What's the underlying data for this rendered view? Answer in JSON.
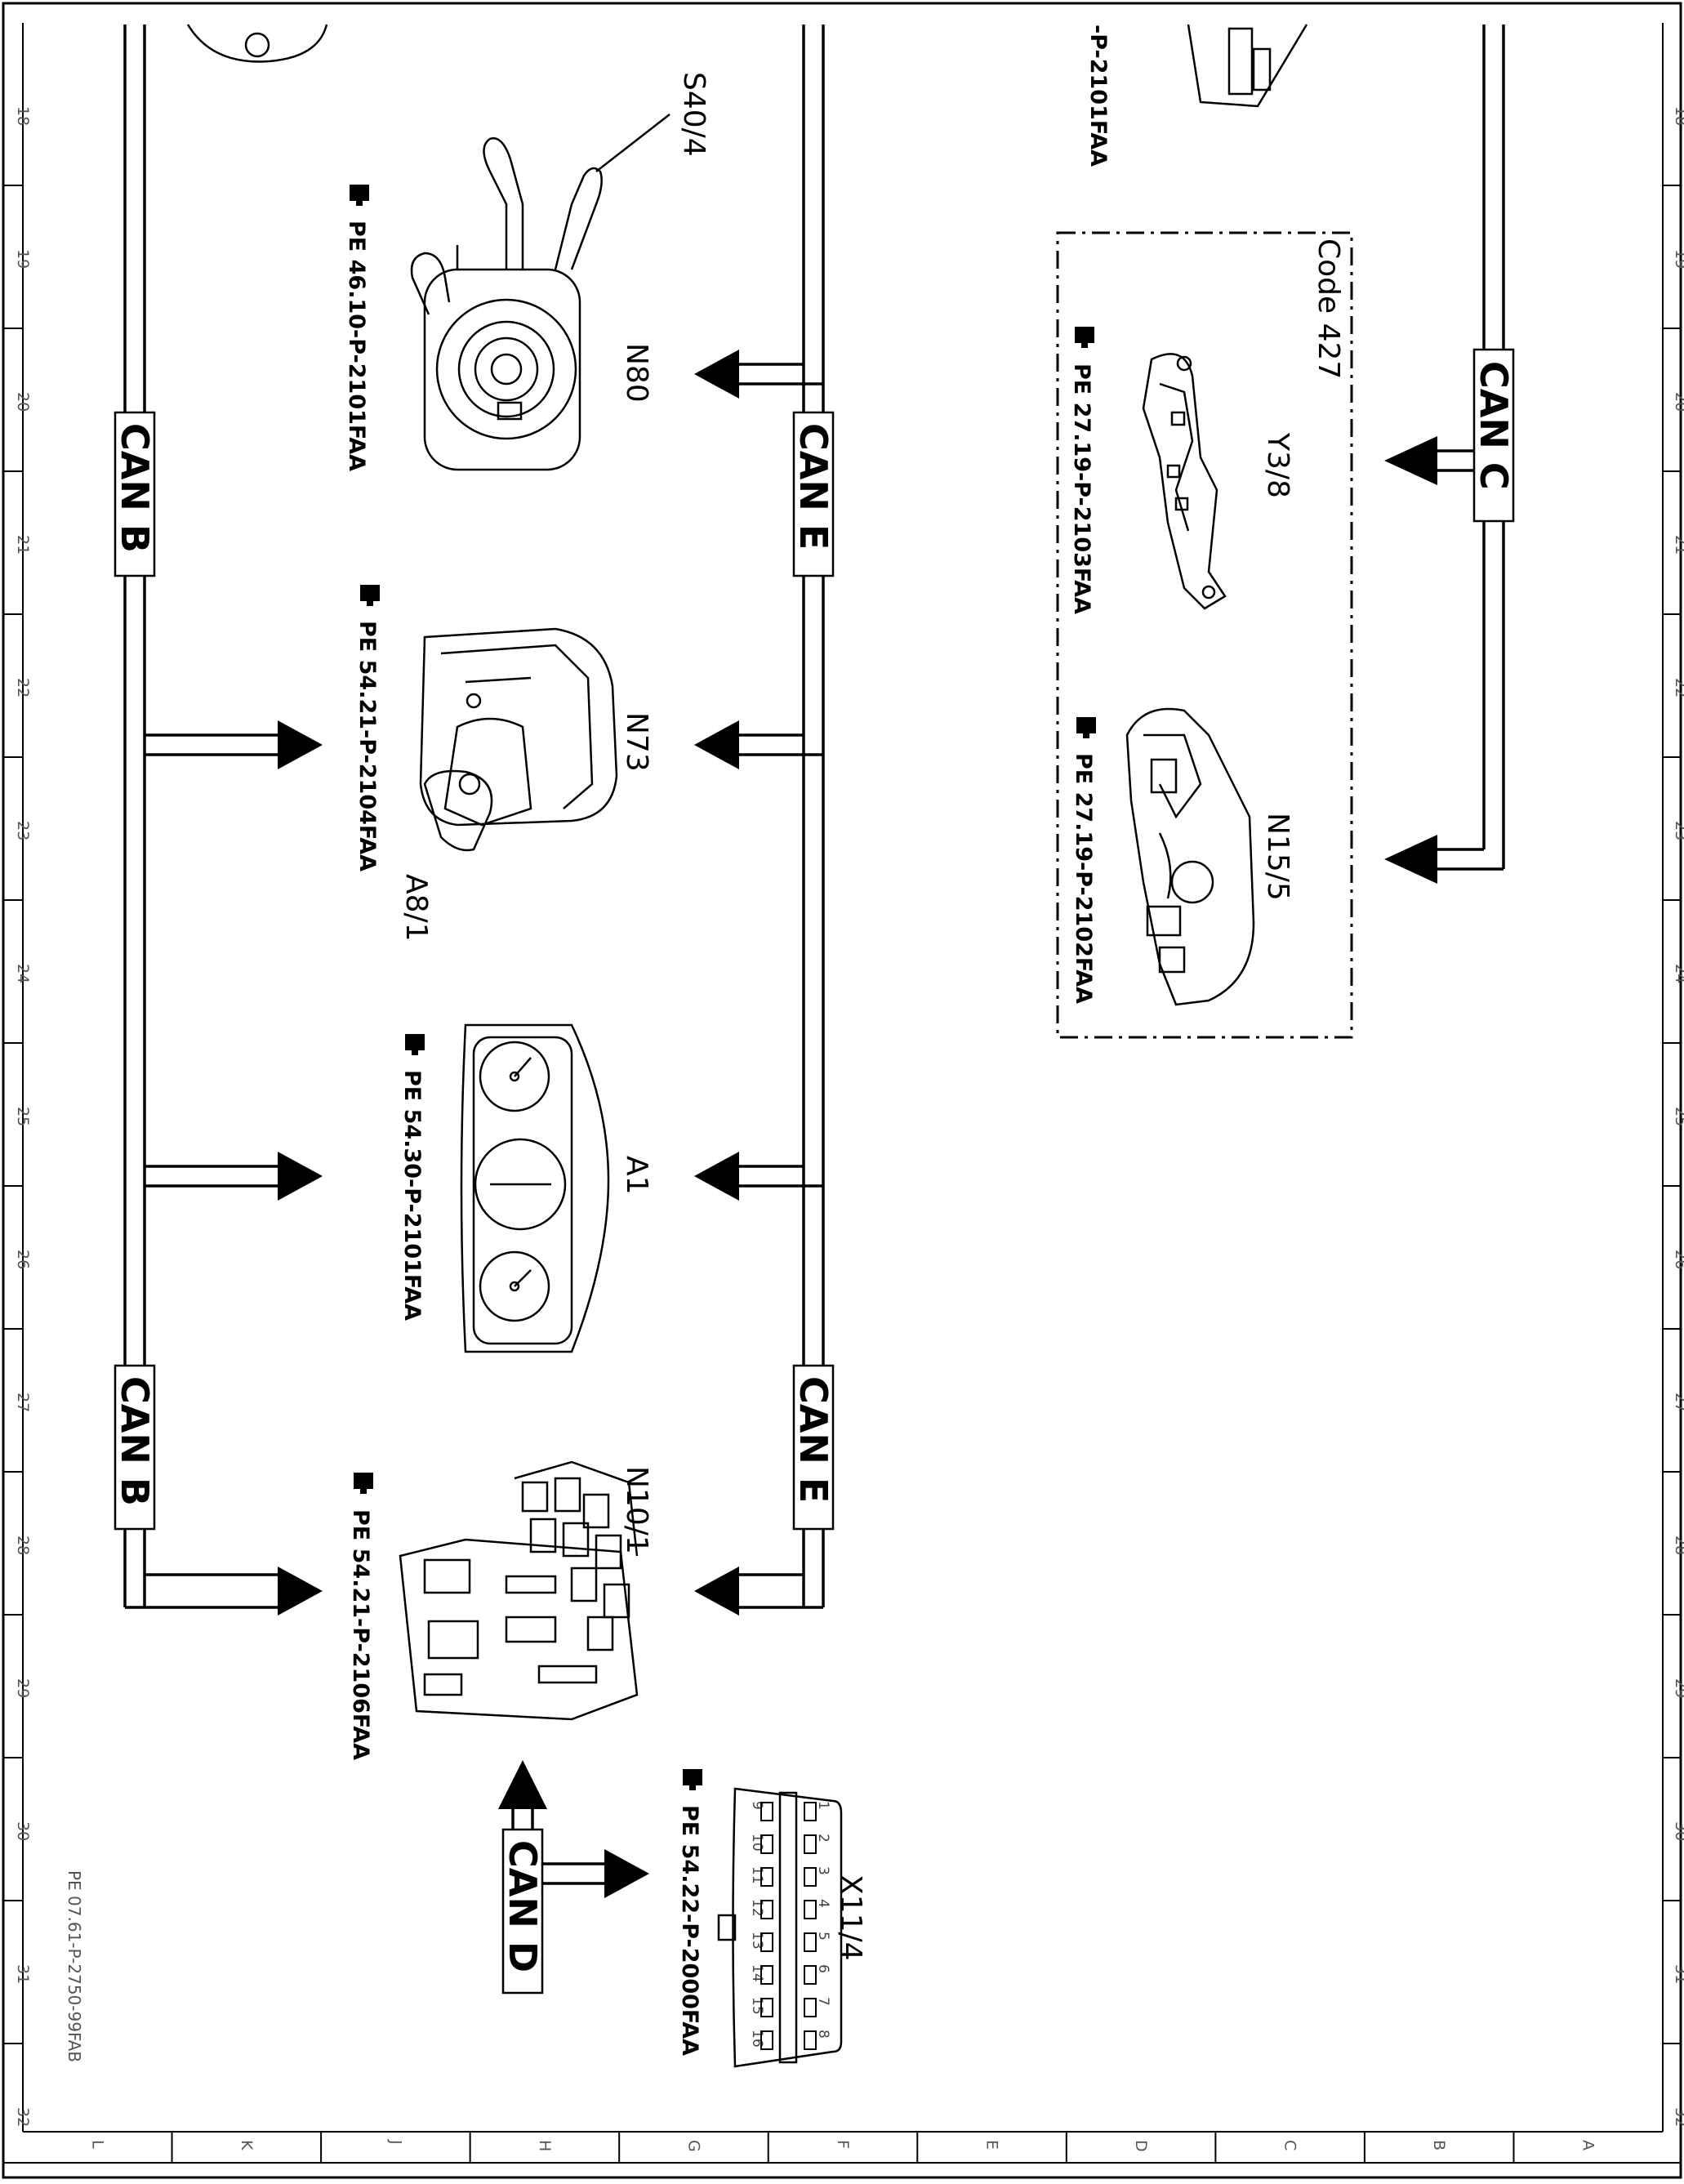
{
  "document_ref": "PE 07.61-P-2750-99FAB",
  "row_numbers": [
    "18",
    "19",
    "20",
    "21",
    "22",
    "23",
    "24",
    "25",
    "26",
    "27",
    "28",
    "29",
    "30",
    "31",
    "32"
  ],
  "column_letters": [
    "L",
    "K",
    "J",
    "H",
    "G",
    "F",
    "E",
    "D",
    "C",
    "B",
    "A"
  ],
  "buses": {
    "can_b_upper": "CAN B",
    "can_b_lower": "CAN B",
    "can_e_upper": "CAN E",
    "can_e_lower": "CAN E",
    "can_c": "CAN C",
    "can_d": "CAN D"
  },
  "components": [
    {
      "id": "S40/4",
      "ref": ""
    },
    {
      "id": "N80",
      "ref": "PE 46.10-P-2101FAA"
    },
    {
      "id": "N73",
      "ref": "PE 54.21-P-2104FAA"
    },
    {
      "id": "A8/1",
      "ref": ""
    },
    {
      "id": "A1",
      "ref": "PE 54.30-P-2101FAA"
    },
    {
      "id": "N10/1",
      "ref": "PE 54.21-P-2106FAA"
    },
    {
      "id": "X11/4",
      "ref": "PE 54.22-P-2000FAA"
    },
    {
      "id": "Y3/8",
      "ref": "PE 27.19-P-2103FAA"
    },
    {
      "id": "N15/5",
      "ref": "PE 27.19-P-2102FAA"
    }
  ],
  "partial_ref_top": "-P-2101FAA",
  "code_box": "Code 427",
  "obd_pins_top": [
    "1",
    "2",
    "3",
    "4",
    "5",
    "6",
    "7",
    "8"
  ],
  "obd_pins_bottom": [
    "9",
    "10",
    "11",
    "12",
    "13",
    "14",
    "15",
    "16"
  ],
  "colors": {
    "ink": "#000000",
    "background": "#ffffff",
    "frame_text": "#555555"
  }
}
